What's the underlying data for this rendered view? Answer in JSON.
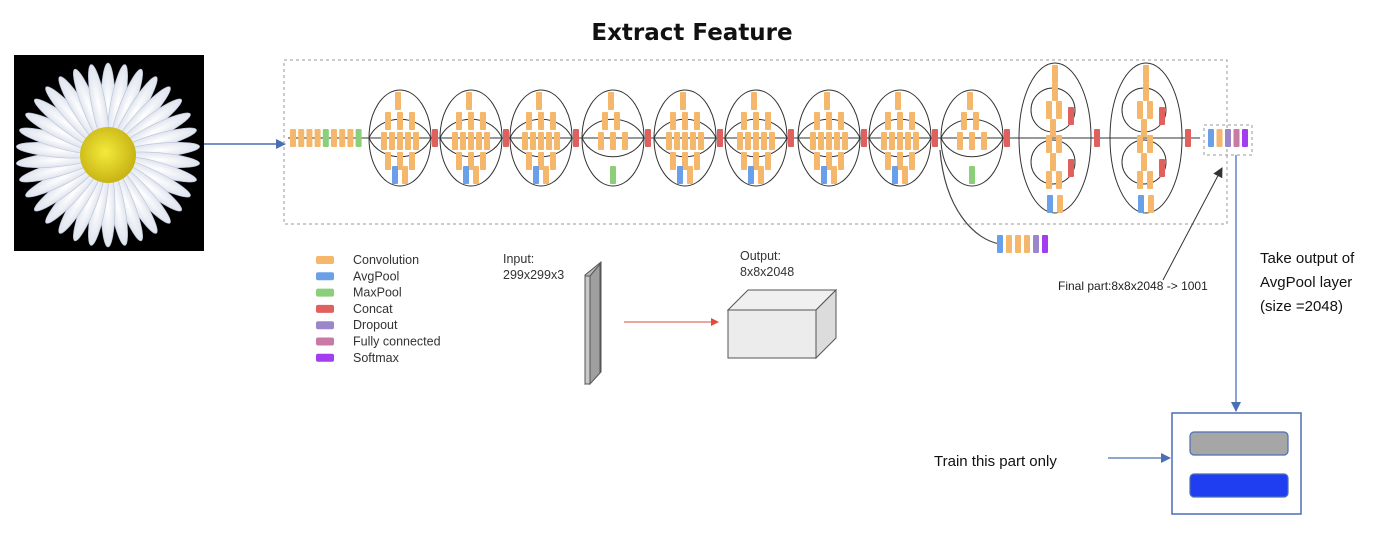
{
  "title": "Extract Feature",
  "legend": [
    {
      "label": "Convolution",
      "color": "#f5b76b"
    },
    {
      "label": "AvgPool",
      "color": "#6aa0e8"
    },
    {
      "label": "MaxPool",
      "color": "#8ccf7a"
    },
    {
      "label": "Concat",
      "color": "#e0605d"
    },
    {
      "label": "Dropout",
      "color": "#9a86c9"
    },
    {
      "label": "Fully connected",
      "color": "#c97aa4"
    },
    {
      "label": "Softmax",
      "color": "#a23ef0"
    }
  ],
  "input_label_1": "Input:",
  "input_label_2": "299x299x3",
  "output_label_1": "Output:",
  "output_label_2": "8x8x2048",
  "final_part_label": "Final part:8x8x2048 -> 1001",
  "take_output_lines": [
    "Take output of",
    "AvgPool layer",
    "(size =2048)"
  ],
  "train_label": "Train this part only",
  "colors": {
    "arrow": "#4a6fb5",
    "box_border": "#4a6fb5",
    "train_grey": "#a6a6a6",
    "train_blue": "#1f3ef2",
    "red_arrow": "#e24a3c"
  }
}
